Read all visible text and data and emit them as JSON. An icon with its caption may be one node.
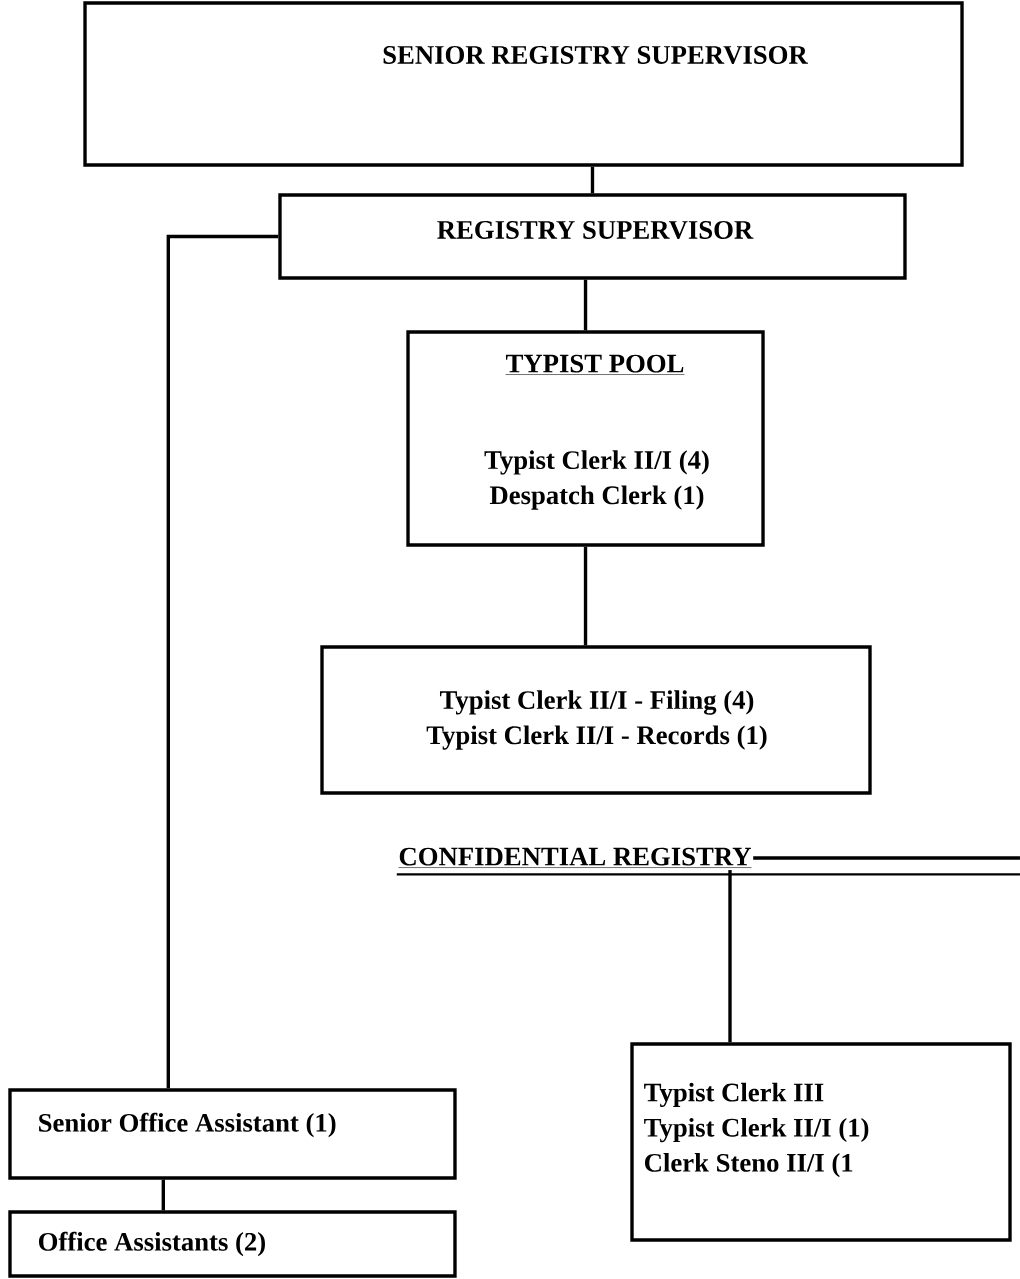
{
  "diagram": {
    "nodes": [
      {
        "text": [
          "SENIOR REGISTRY SUPERVISOR"
        ]
      },
      {
        "text": [
          "REGISTRY SUPERVISOR"
        ]
      },
      {
        "text": [
          "TYPIST POOL",
          "Typist Clerk II/I (4)",
          "Despatch Clerk (1)"
        ]
      },
      {
        "text": [
          "Typist Clerk II/I - Filing (4)",
          "Typist Clerk II/I - Records (1)"
        ]
      },
      {
        "text": [
          "CONFIDENTIAL REGISTRY"
        ]
      },
      {
        "text": [
          "Typist Clerk III",
          "Typist Clerk II/I (1)",
          "Clerk Steno II/I (1"
        ]
      },
      {
        "text": [
          "Senior Office Assistant (1)"
        ]
      },
      {
        "text": [
          "Office Assistants (2)"
        ]
      }
    ],
    "edges": [
      {
        "from": 0,
        "to": 1,
        "arrow": "none"
      },
      {
        "from": 1,
        "to": 2,
        "arrow": "none"
      },
      {
        "from": 2,
        "to": 3,
        "arrow": "none"
      },
      {
        "from": 1,
        "to": 6,
        "arrow": "none"
      },
      {
        "from": 6,
        "to": 7,
        "arrow": "none"
      },
      {
        "from": 4,
        "to": 5,
        "arrow": "none"
      },
      {
        "from": 4,
        "to": null,
        "arrow": "none"
      }
    ]
  }
}
